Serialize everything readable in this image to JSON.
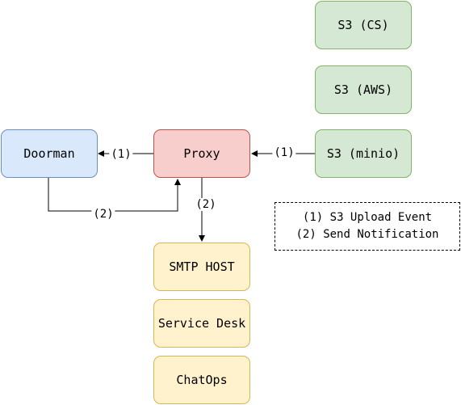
{
  "nodes": {
    "s3_cs": "S3 (CS)",
    "s3_aws": "S3 (AWS)",
    "s3_minio": "S3 (minio)",
    "proxy": "Proxy",
    "doorman": "Doorman",
    "smtp_host": "SMTP HOST",
    "service_desk": "Service Desk",
    "chatops": "ChatOps"
  },
  "edges": {
    "minio_to_proxy": "(1)",
    "proxy_to_doorman": "(1)",
    "doorman_to_proxy": "(2)",
    "proxy_to_smtp": "(2)"
  },
  "legend": {
    "line1": "(1) S3 Upload Event",
    "line2": "(2) Send Notification"
  },
  "colors": {
    "storage_fill": "#d5e8d4",
    "storage_stroke": "#82b366",
    "auth_fill": "#dae8fc",
    "auth_stroke": "#6c8ebf",
    "proxy_fill": "#f8cecc",
    "proxy_stroke": "#b85450",
    "notify_fill": "#fff2cc",
    "notify_stroke": "#d6b656"
  }
}
